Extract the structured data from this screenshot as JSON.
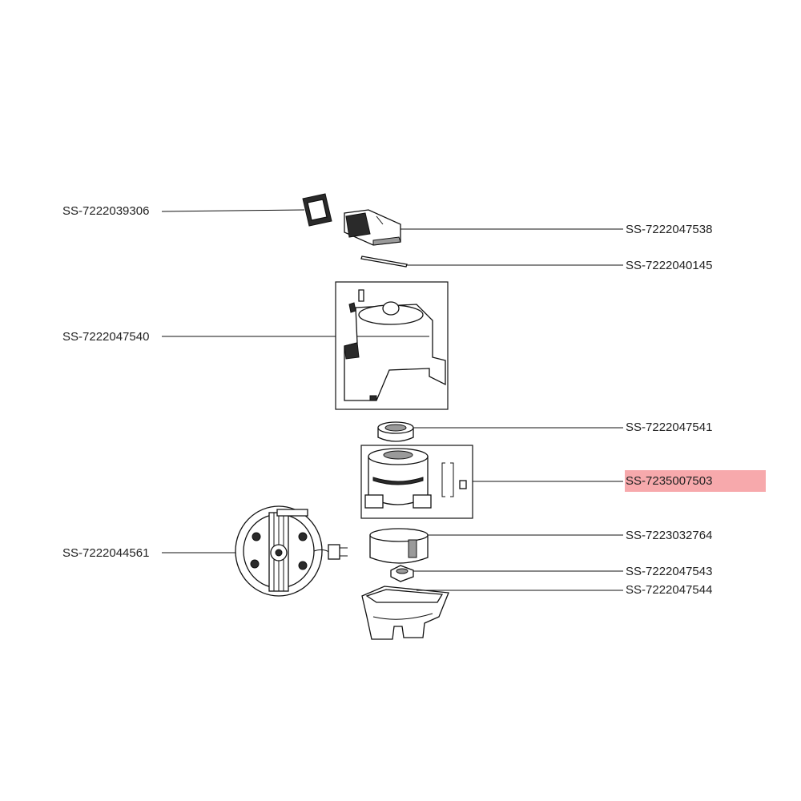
{
  "parts": [
    {
      "id": "p1",
      "code": "SS-7222039306",
      "side": "left",
      "icon": "square-seal-icon",
      "highlighted": false
    },
    {
      "id": "p2",
      "code": "SS-7222047538",
      "side": "right",
      "icon": "handle-cover-icon",
      "highlighted": false
    },
    {
      "id": "p3",
      "code": "SS-7222040145",
      "side": "right",
      "icon": "thin-rod-icon",
      "highlighted": false
    },
    {
      "id": "p4",
      "code": "SS-7222047540",
      "side": "left",
      "icon": "upper-housing-icon",
      "highlighted": false
    },
    {
      "id": "p5",
      "code": "SS-7222047541",
      "side": "right",
      "icon": "ring-gasket-icon",
      "highlighted": false
    },
    {
      "id": "p6",
      "code": "SS-7235007503",
      "side": "right",
      "icon": "motor-unit-icon",
      "highlighted": true
    },
    {
      "id": "p7",
      "code": "SS-7223032764",
      "side": "right",
      "icon": "cylinder-sleeve-icon",
      "highlighted": false
    },
    {
      "id": "p8",
      "code": "SS-7222047543",
      "side": "right",
      "icon": "small-nut-icon",
      "highlighted": false
    },
    {
      "id": "p9",
      "code": "SS-7222047544",
      "side": "right",
      "icon": "base-tray-icon",
      "highlighted": false
    },
    {
      "id": "p10",
      "code": "SS-7222044561",
      "side": "left",
      "icon": "cord-reel-icon",
      "highlighted": false
    }
  ],
  "colors": {
    "highlight": "#f6a0a3",
    "line": "#111111"
  }
}
